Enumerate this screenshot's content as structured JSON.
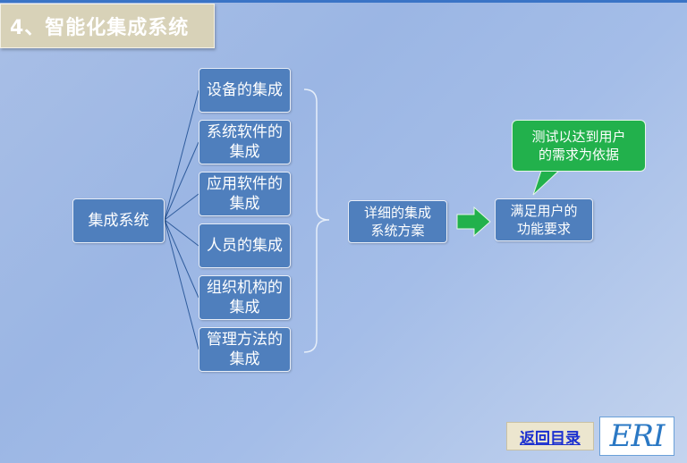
{
  "title": "4、智能化集成系统",
  "root": {
    "label": "集成系统"
  },
  "branches": [
    {
      "line1": "设备的集成",
      "line2": ""
    },
    {
      "line1": "系统软件的",
      "line2": "集成"
    },
    {
      "line1": "应用软件的",
      "line2": "集成"
    },
    {
      "line1": "人员的集成",
      "line2": ""
    },
    {
      "line1": "组织机构的",
      "line2": "集成"
    },
    {
      "line1": "管理方法的",
      "line2": "集成"
    }
  ],
  "plan": {
    "line1": "详细的集成",
    "line2": "系统方案"
  },
  "goal": {
    "line1": "满足用户的",
    "line2": "功能要求"
  },
  "callout": {
    "line1": "测试以达到用户",
    "line2": "的需求为依据"
  },
  "nav": {
    "return_label": "返回目录",
    "logo_text": "ERI"
  },
  "colors": {
    "node_fill": "#4f7fbd",
    "callout_fill": "#22b14c",
    "arrow_fill": "#22b14c",
    "title_fill": "#d8d2b8"
  }
}
